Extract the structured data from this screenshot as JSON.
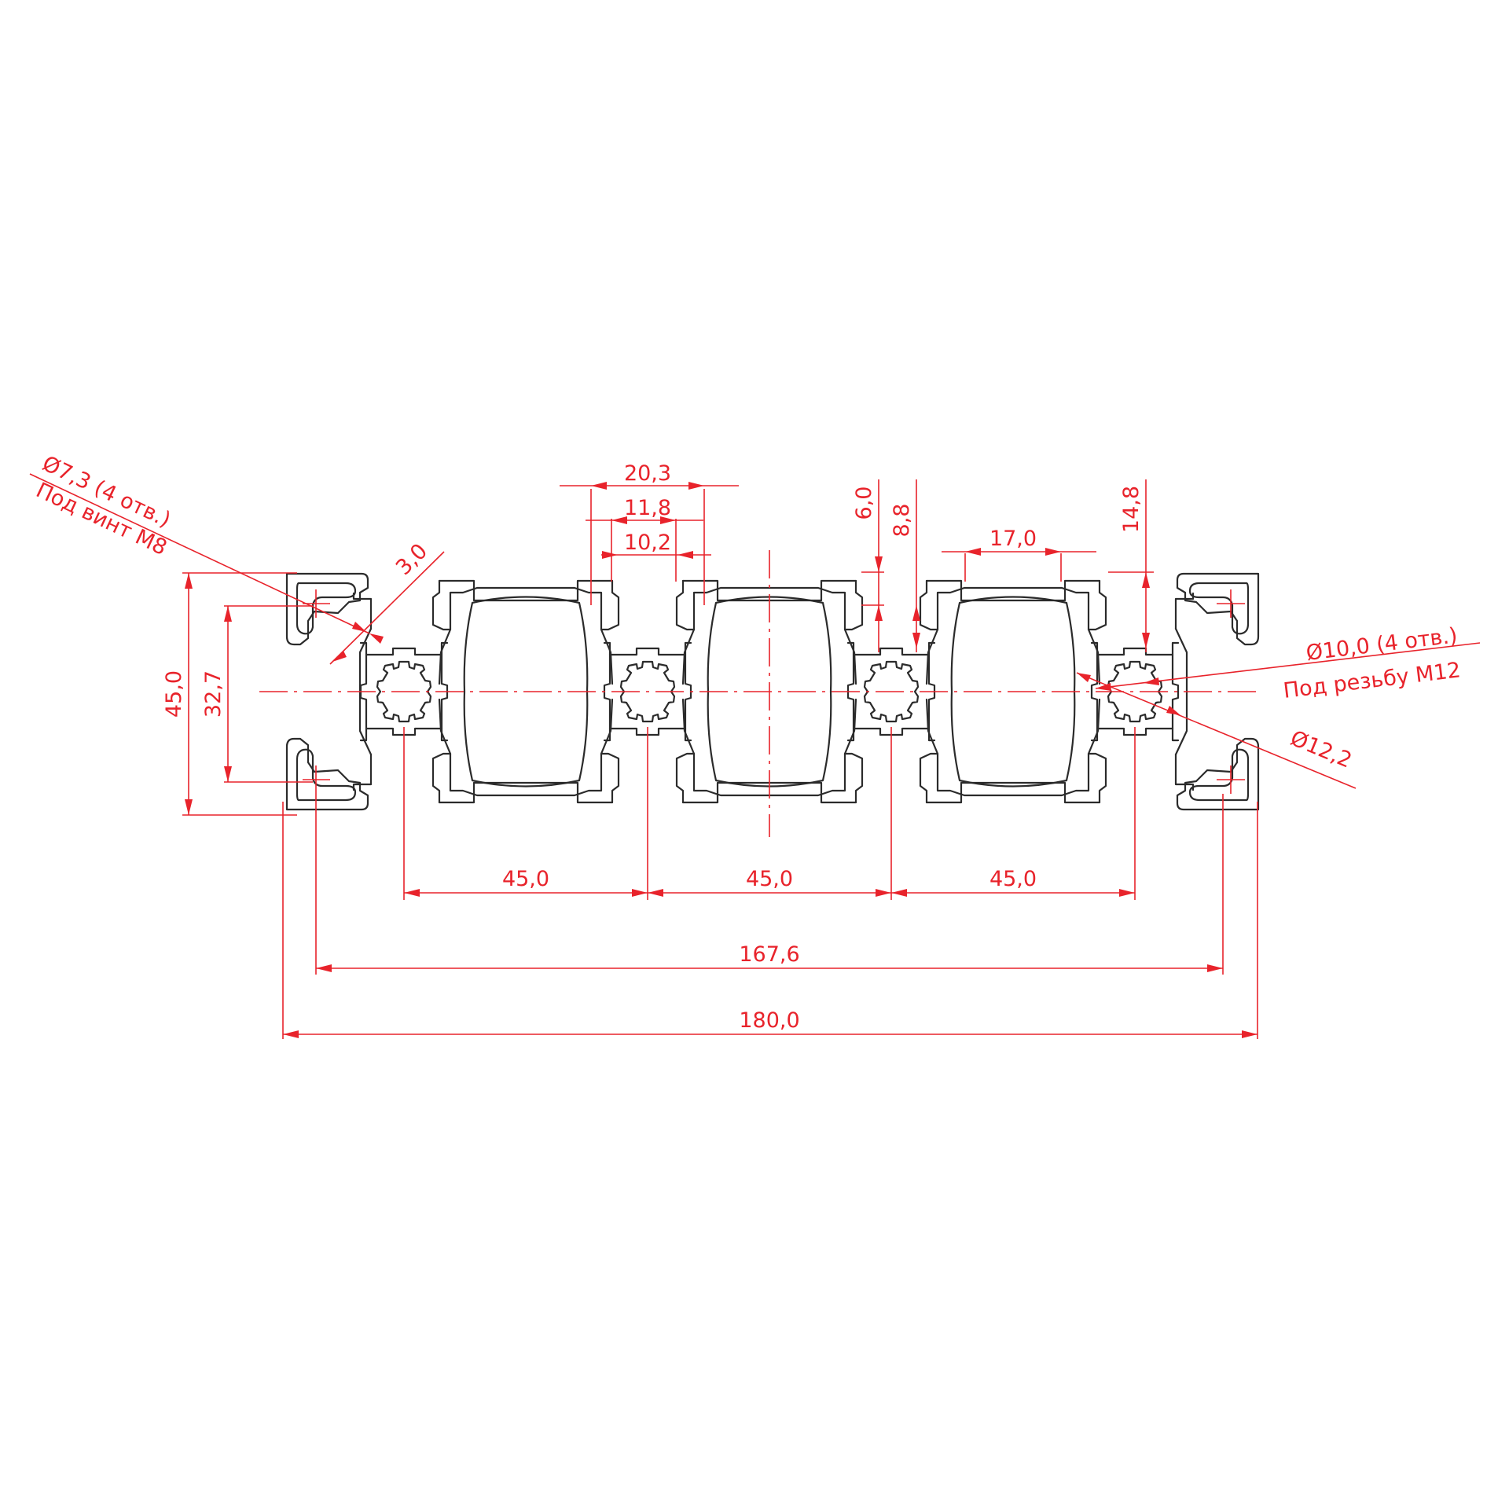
{
  "colors": {
    "outline": "#2b2b2b",
    "dimension": "#e8232b",
    "background": "#ffffff"
  },
  "dimensions": {
    "slot_open_outer": "20,3",
    "slot_open_mid": "11,8",
    "slot_open_inner": "10,2",
    "wall_6": "6,0",
    "depth_8_8": "8,8",
    "cavity_width": "17,0",
    "depth_14_8": "14,8",
    "corner_wall": "3,0",
    "height_total": "45,0",
    "height_inner": "32,7",
    "pitch_1": "45,0",
    "pitch_2": "45,0",
    "pitch_3": "45,0",
    "corner_span": "167,6",
    "width_total": "180,0"
  },
  "callouts": {
    "hole_small": {
      "line1": "Ø7,3 (4 отв.)",
      "line2": "Под винт М8"
    },
    "hole_large": {
      "line1": "Ø10,0 (4 отв.)",
      "line2": "Под резьбу М12"
    },
    "core_diameter": "Ø12,2"
  }
}
